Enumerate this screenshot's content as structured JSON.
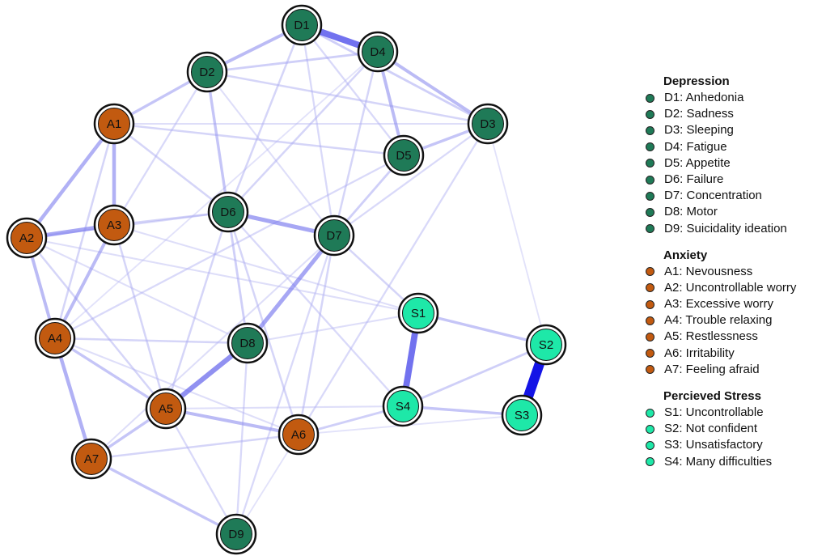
{
  "groups": [
    {
      "title": "Depression",
      "color": "#1f7a57",
      "items": [
        "D1: Anhedonia",
        "D2: Sadness",
        "D3: Sleeping",
        "D4: Fatigue",
        "D5: Appetite",
        "D6: Failure",
        "D7: Concentration",
        "D8: Motor",
        "D9: Suicidality ideation"
      ]
    },
    {
      "title": "Anxiety",
      "color": "#c25a10",
      "items": [
        "A1: Nevousness",
        "A2: Uncontrollable worry",
        "A3: Excessive worry",
        "A4: Trouble relaxing",
        "A5: Restlessness",
        "A6: Irritability",
        "A7: Feeling afraid"
      ]
    },
    {
      "title": "Percieved Stress",
      "color": "#1ee8a8",
      "items": [
        "S1: Uncontrollable",
        "S2: Not confident",
        "S3: Unsatisfactory",
        "S4: Many difficulties"
      ]
    }
  ],
  "nodes": [
    {
      "id": "D1",
      "group": 0
    },
    {
      "id": "D2",
      "group": 0
    },
    {
      "id": "D3",
      "group": 0
    },
    {
      "id": "D4",
      "group": 0
    },
    {
      "id": "D5",
      "group": 0
    },
    {
      "id": "D6",
      "group": 0
    },
    {
      "id": "D7",
      "group": 0
    },
    {
      "id": "D8",
      "group": 0
    },
    {
      "id": "D9",
      "group": 0
    },
    {
      "id": "A1",
      "group": 1
    },
    {
      "id": "A2",
      "group": 1
    },
    {
      "id": "A3",
      "group": 1
    },
    {
      "id": "A4",
      "group": 1
    },
    {
      "id": "A5",
      "group": 1
    },
    {
      "id": "A6",
      "group": 1
    },
    {
      "id": "A7",
      "group": 1
    },
    {
      "id": "S1",
      "group": 2
    },
    {
      "id": "S2",
      "group": 2
    },
    {
      "id": "S3",
      "group": 2
    },
    {
      "id": "S4",
      "group": 2
    }
  ],
  "edges": [
    {
      "from": "S2",
      "to": "S3",
      "weight": 1.0
    },
    {
      "from": "D1",
      "to": "D4",
      "weight": 0.6
    },
    {
      "from": "S1",
      "to": "S4",
      "weight": 0.6
    },
    {
      "from": "A5",
      "to": "D8",
      "weight": 0.45
    },
    {
      "from": "D8",
      "to": "D7",
      "weight": 0.35
    },
    {
      "from": "D6",
      "to": "D7",
      "weight": 0.35
    },
    {
      "from": "A2",
      "to": "A3",
      "weight": 0.35
    },
    {
      "from": "A1",
      "to": "A2",
      "weight": 0.3
    },
    {
      "from": "A1",
      "to": "A3",
      "weight": 0.3
    },
    {
      "from": "A4",
      "to": "A7",
      "weight": 0.3
    },
    {
      "from": "A2",
      "to": "A4",
      "weight": 0.25
    },
    {
      "from": "A3",
      "to": "A4",
      "weight": 0.25
    },
    {
      "from": "D2",
      "to": "D1",
      "weight": 0.25
    },
    {
      "from": "D4",
      "to": "D5",
      "weight": 0.25
    },
    {
      "from": "D4",
      "to": "D3",
      "weight": 0.25
    },
    {
      "from": "A5",
      "to": "A6",
      "weight": 0.25
    },
    {
      "from": "A4",
      "to": "A5",
      "weight": 0.2
    },
    {
      "from": "A7",
      "to": "A5",
      "weight": 0.2
    },
    {
      "from": "D5",
      "to": "D3",
      "weight": 0.2
    },
    {
      "from": "A1",
      "to": "D2",
      "weight": 0.2
    },
    {
      "from": "D2",
      "to": "D6",
      "weight": 0.2
    },
    {
      "from": "A7",
      "to": "D9",
      "weight": 0.2
    },
    {
      "from": "S1",
      "to": "S2",
      "weight": 0.2
    },
    {
      "from": "S4",
      "to": "S3",
      "weight": 0.2
    },
    {
      "from": "S4",
      "to": "S2",
      "weight": 0.15
    },
    {
      "from": "A6",
      "to": "S4",
      "weight": 0.15
    },
    {
      "from": "D5",
      "to": "D7",
      "weight": 0.15
    },
    {
      "from": "D1",
      "to": "D3",
      "weight": 0.15
    },
    {
      "from": "D2",
      "to": "D4",
      "weight": 0.15
    },
    {
      "from": "A1",
      "to": "D6",
      "weight": 0.12
    },
    {
      "from": "A3",
      "to": "D6",
      "weight": 0.12
    },
    {
      "from": "A1",
      "to": "D5",
      "weight": 0.12
    },
    {
      "from": "D1",
      "to": "D6",
      "weight": 0.12
    },
    {
      "from": "D2",
      "to": "D3",
      "weight": 0.12
    },
    {
      "from": "D4",
      "to": "D6",
      "weight": 0.12
    },
    {
      "from": "D6",
      "to": "D8",
      "weight": 0.15
    },
    {
      "from": "D6",
      "to": "A5",
      "weight": 0.12
    },
    {
      "from": "D6",
      "to": "A6",
      "weight": 0.12
    },
    {
      "from": "A4",
      "to": "D8",
      "weight": 0.12
    },
    {
      "from": "A2",
      "to": "A5",
      "weight": 0.12
    },
    {
      "from": "A2",
      "to": "D6",
      "weight": 0.1
    },
    {
      "from": "A3",
      "to": "A5",
      "weight": 0.12
    },
    {
      "from": "A1",
      "to": "A4",
      "weight": 0.12
    },
    {
      "from": "A7",
      "to": "A6",
      "weight": 0.12
    },
    {
      "from": "D7",
      "to": "A6",
      "weight": 0.12
    },
    {
      "from": "D7",
      "to": "S1",
      "weight": 0.12
    },
    {
      "from": "D7",
      "to": "D3",
      "weight": 0.1
    },
    {
      "from": "D9",
      "to": "A5",
      "weight": 0.1
    },
    {
      "from": "D9",
      "to": "D8",
      "weight": 0.1
    },
    {
      "from": "D9",
      "to": "D7",
      "weight": 0.1
    },
    {
      "from": "D3",
      "to": "A6",
      "weight": 0.1
    },
    {
      "from": "D3",
      "to": "S2",
      "weight": 0.06
    },
    {
      "from": "D5",
      "to": "A4",
      "weight": 0.1
    },
    {
      "from": "D4",
      "to": "D7",
      "weight": 0.12
    },
    {
      "from": "D1",
      "to": "D7",
      "weight": 0.1
    },
    {
      "from": "D1",
      "to": "D5",
      "weight": 0.1
    },
    {
      "from": "D2",
      "to": "A3",
      "weight": 0.1
    },
    {
      "from": "A2",
      "to": "S1",
      "weight": 0.08
    },
    {
      "from": "A3",
      "to": "S1",
      "weight": 0.08
    },
    {
      "from": "D6",
      "to": "S4",
      "weight": 0.1
    },
    {
      "from": "A4",
      "to": "A6",
      "weight": 0.08
    },
    {
      "from": "A1",
      "to": "D3",
      "weight": 0.08
    },
    {
      "from": "D2",
      "to": "D7",
      "weight": 0.08
    },
    {
      "from": "D8",
      "to": "S1",
      "weight": 0.08
    },
    {
      "from": "A7",
      "to": "D7",
      "weight": 0.08
    },
    {
      "from": "A5",
      "to": "S4",
      "weight": 0.08
    },
    {
      "from": "D9",
      "to": "A6",
      "weight": 0.06
    },
    {
      "from": "A2",
      "to": "D8",
      "weight": 0.08
    },
    {
      "from": "D4",
      "to": "A4",
      "weight": 0.06
    },
    {
      "from": "A6",
      "to": "S3",
      "weight": 0.06
    }
  ]
}
